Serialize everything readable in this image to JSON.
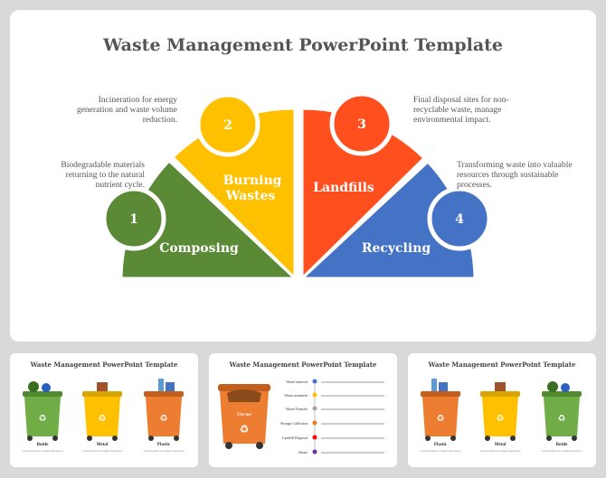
{
  "main": {
    "title": "Waste Management PowerPoint Template",
    "segments": [
      {
        "number": "1",
        "label": "Composing",
        "color": "#5a8a35",
        "description": "Biodegradable materials returning to the natural nutrient cycle."
      },
      {
        "number": "2",
        "label_line1": "Burning",
        "label_line2": "Wastes",
        "color": "#ffc000",
        "description": "Incineration for energy generation and waste volume reduction."
      },
      {
        "number": "3",
        "label": "Landfills",
        "color": "#ff4f1e",
        "description": "Final disposal sites for non-recyclable waste, manage environmental impact."
      },
      {
        "number": "4",
        "label": "Recycling",
        "color": "#4472c4",
        "description": "Transforming waste into valuable resources through sustainable processes."
      }
    ]
  },
  "thumbnails": [
    {
      "title": "Waste Management PowerPoint Template",
      "bins": [
        {
          "label": "Bottle",
          "color": "#70ad47",
          "desc": "Lorem ipsum text sample description"
        },
        {
          "label": "Metal",
          "color": "#ffc000",
          "desc": "Lorem ipsum text sample description"
        },
        {
          "label": "Plastic",
          "color": "#ed7d31",
          "desc": "Lorem ipsum text sample description"
        }
      ]
    },
    {
      "title": "Waste Management PowerPoint Template",
      "bin_text": "Use me",
      "steps": [
        {
          "label": "Waste removal",
          "color": "#4472c4"
        },
        {
          "label": "Waste treatment",
          "color": "#ffc000"
        },
        {
          "label": "Waste Transfer",
          "color": "#a5a5a5"
        },
        {
          "label": "Storage Collection",
          "color": "#ed7d31"
        },
        {
          "label": "Landfill Disposal",
          "color": "#ff0000"
        },
        {
          "label": "Reuse",
          "color": "#7030a0"
        }
      ]
    },
    {
      "title": "Waste Management PowerPoint Template",
      "bins": [
        {
          "label": "Plastic",
          "color": "#ed7d31",
          "desc": "Lorem ipsum text sample description"
        },
        {
          "label": "Metal",
          "color": "#ffc000",
          "desc": "Lorem ipsum text sample description"
        },
        {
          "label": "Bottle",
          "color": "#70ad47",
          "desc": "Lorem ipsum text sample description"
        }
      ]
    }
  ]
}
